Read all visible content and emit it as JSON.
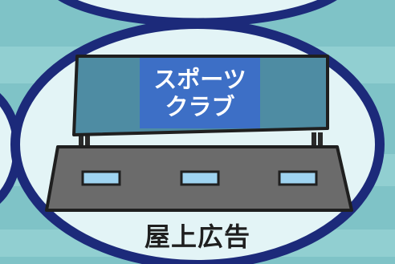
{
  "billboard": {
    "line1": "スポーツ",
    "line2": "クラブ"
  },
  "caption": "屋上広告",
  "colors": {
    "background": "#7fc3c7",
    "oval_fill": "#e3f4f6",
    "oval_border": "#1c2a7a",
    "billboard_panel": "#4e8ca3",
    "billboard_highlight": "#3d6fc6",
    "building": "#6b6b6b",
    "window": "#9fd3f0"
  }
}
